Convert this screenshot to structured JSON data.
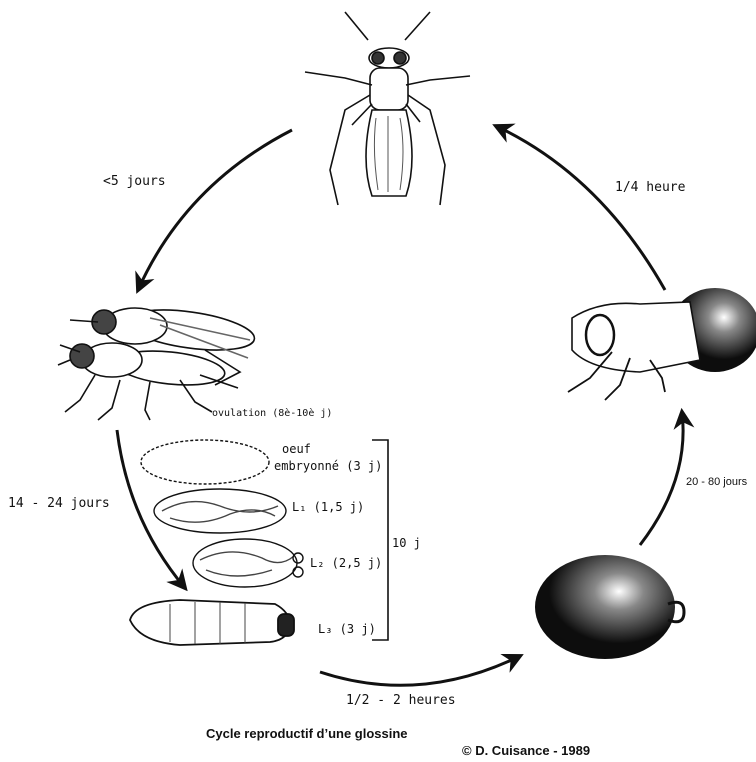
{
  "stages": {
    "adult_fly": "",
    "mating_pair": "",
    "larva_l3": "",
    "puparium": "",
    "emerging_fly": ""
  },
  "transitions": {
    "adult_to_mating": "<5 jours",
    "mating_to_larva": "14 - 24 jours",
    "larva_to_pupa": "1/2 - 2 heures",
    "pupa_to_emergence": "20 - 80 jours",
    "emergence_to_adult": "1/4  heure"
  },
  "development": {
    "ovulation": "ovulation (8è-10è j)",
    "egg_line1": "oeuf",
    "egg_line2": "embryonné (3 j)",
    "l1": "L₁ (1,5 j)",
    "l2": "L₂ (2,5 j)",
    "l3": "L₃ (3 j)",
    "total": "10 j"
  },
  "caption": {
    "title": "Cycle reproductif d’une glossine",
    "credit": "© D. Cuisance - 1989"
  }
}
